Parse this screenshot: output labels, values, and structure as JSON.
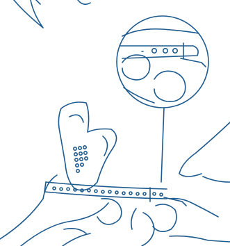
{
  "illustration": {
    "subject": "hands-fastening-watch-strap",
    "style": "line-art",
    "colors": {
      "stroke": "#1d5a8e",
      "background": "#ffffff"
    },
    "magnifier": {
      "shows": "strap-holes-and-pin-buckle-detail"
    }
  }
}
